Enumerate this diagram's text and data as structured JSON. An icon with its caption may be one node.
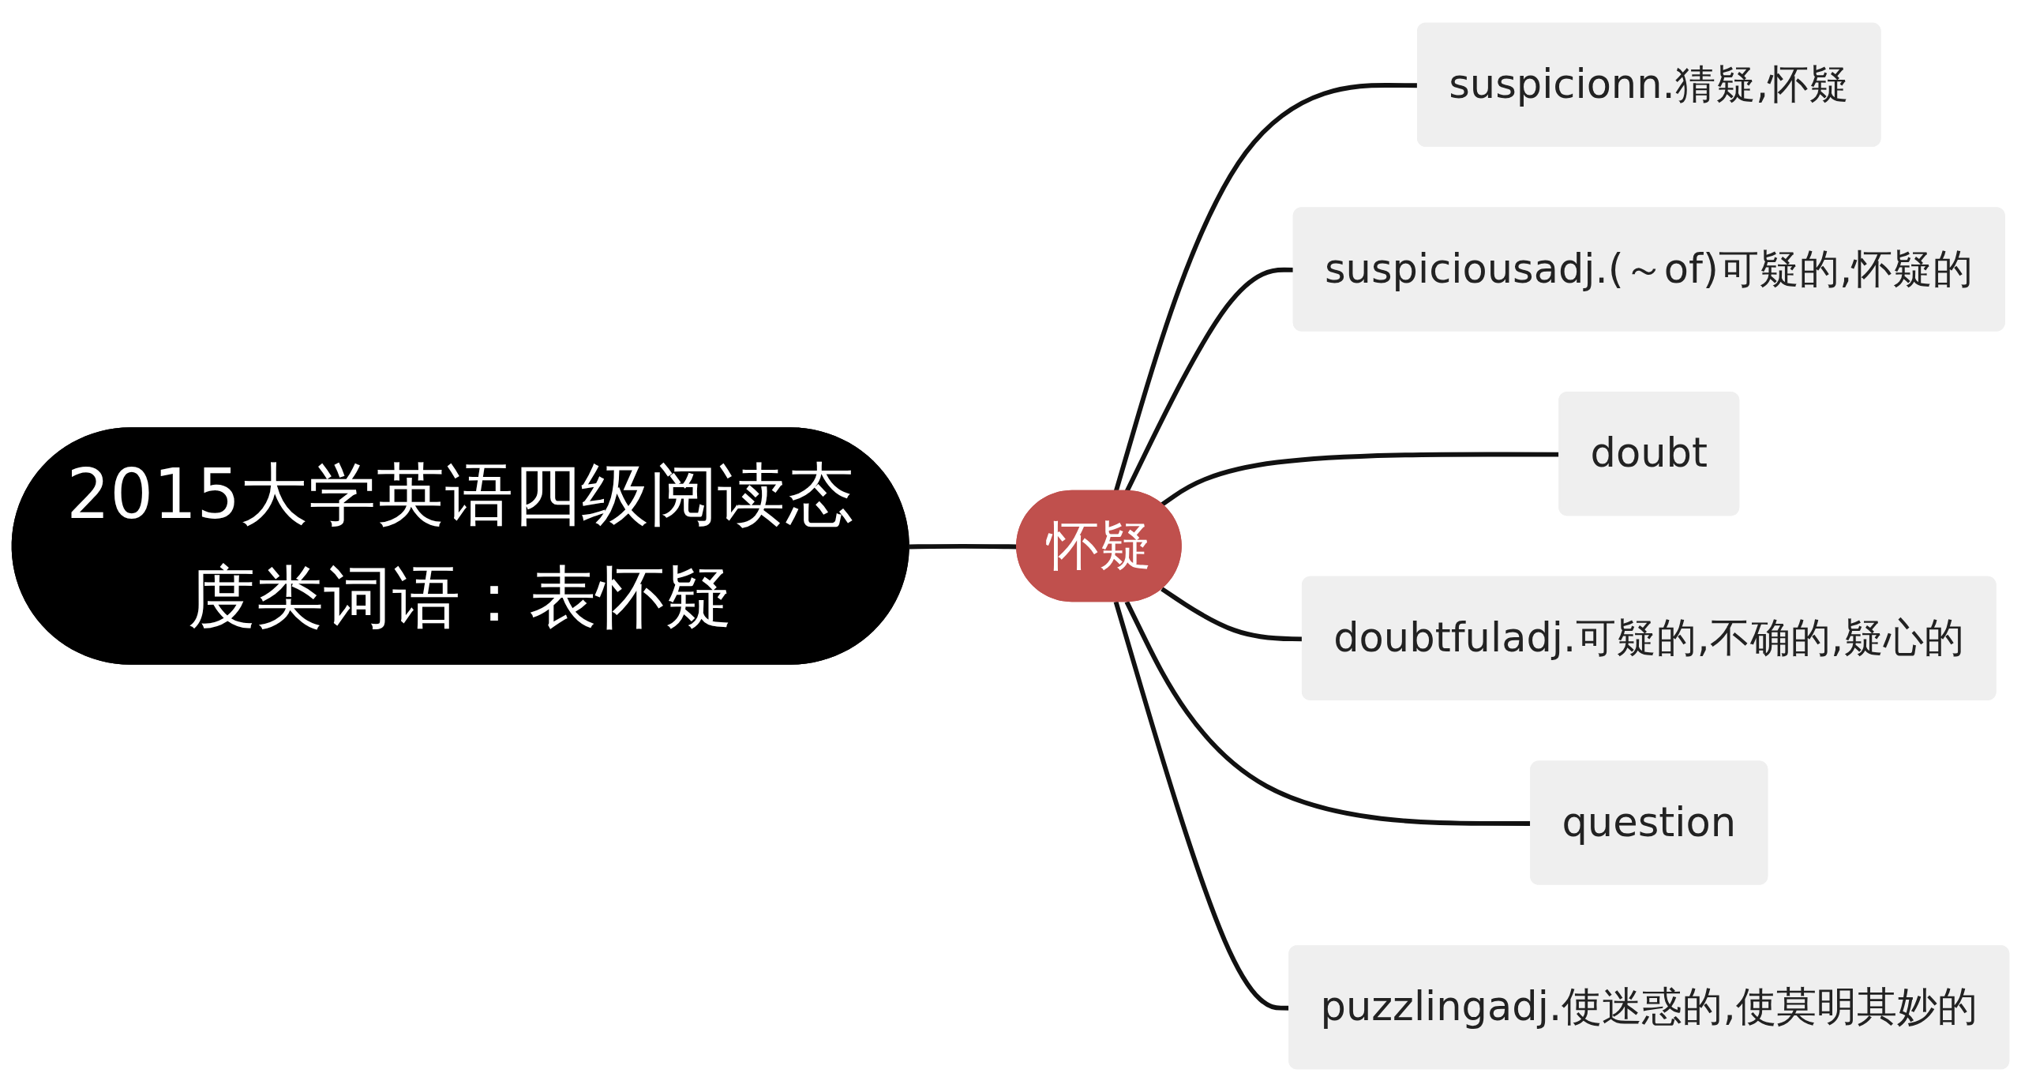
{
  "diagram": {
    "nodes": [
      {
        "text": [
          "2015大学英语四级阅读态度类词语：表怀疑"
        ]
      },
      {
        "text": [
          "怀疑"
        ]
      },
      {
        "text": [
          "suspicionn.猜疑,怀疑"
        ]
      },
      {
        "text": [
          "suspiciousadj.(～of)可疑的,怀疑的"
        ]
      },
      {
        "text": [
          "doubt"
        ]
      },
      {
        "text": [
          "doubtfuladj.可疑的,不确的,疑心的"
        ]
      },
      {
        "text": [
          "question"
        ]
      },
      {
        "text": [
          "puzzlingadj.使迷惑的,使莫明其妙的"
        ]
      }
    ],
    "edges": [
      {
        "from": 0,
        "to": 1,
        "arrow": "none"
      },
      {
        "from": 1,
        "to": 2,
        "arrow": "none"
      },
      {
        "from": 1,
        "to": 3,
        "arrow": "none"
      },
      {
        "from": 1,
        "to": 4,
        "arrow": "none"
      },
      {
        "from": 1,
        "to": 5,
        "arrow": "none"
      },
      {
        "from": 1,
        "to": 6,
        "arrow": "none"
      },
      {
        "from": 1,
        "to": 7,
        "arrow": "none"
      }
    ]
  }
}
